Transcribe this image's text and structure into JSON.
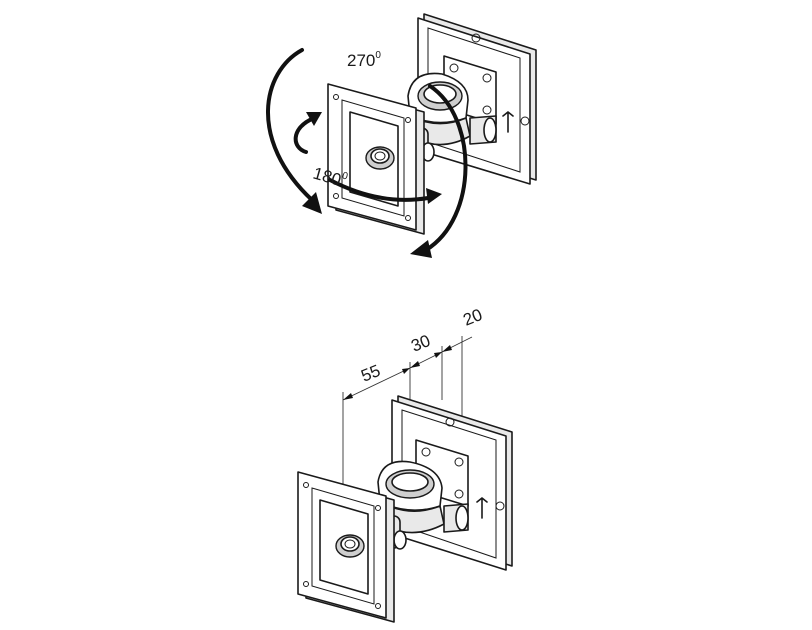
{
  "top_figure": {
    "rotation_large": "270",
    "rotation_large_unit": "0",
    "rotation_small": "180",
    "rotation_small_unit": "0"
  },
  "bottom_figure": {
    "dim_front": "55",
    "dim_middle": "30",
    "dim_back": "20"
  }
}
